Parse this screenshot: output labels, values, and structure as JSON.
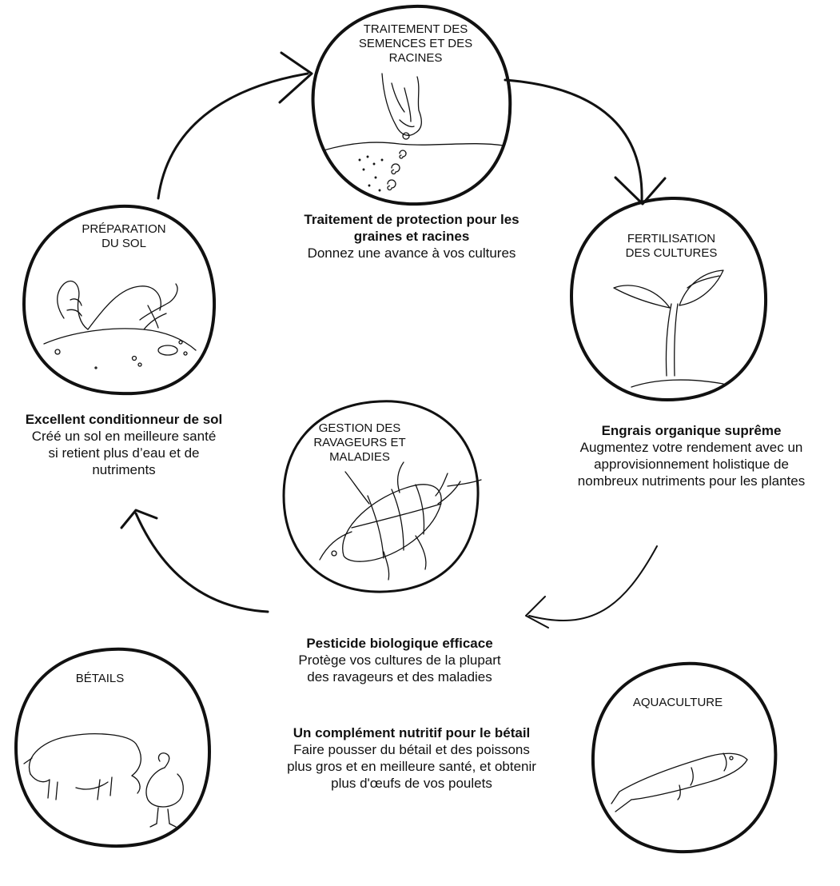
{
  "nodes": {
    "seeds": {
      "label": "TRAITEMENT DES\nSEMENCES ET DES\nRACINES",
      "icon": "hand-sowing-seeds-icon"
    },
    "fertilisation": {
      "label": "FERTILISATION\nDES CULTURES",
      "icon": "sprout-icon"
    },
    "pests": {
      "label": "GESTION DES\nRAVAGEURS ET\nMALADIES",
      "icon": "beetle-icon"
    },
    "soil": {
      "label": "PRÉPARATION\nDU SOL",
      "icon": "earthworm-soil-icon"
    },
    "livestock": {
      "label": "BÉTAILS",
      "icon": "pig-and-chicken-icon"
    },
    "aquaculture": {
      "label": "AQUACULTURE",
      "icon": "fish-icon"
    }
  },
  "captions": {
    "seeds": {
      "title": "Traitement de protection pour les\ngraines et racines",
      "body": "Donnez une avance à vos cultures"
    },
    "fertilisation": {
      "title": "Engrais organique suprême",
      "body": "Augmentez votre rendement avec un\napprovisionnement holistique de\nnombreux nutriments pour les plantes"
    },
    "soil": {
      "title": "Excellent conditionneur de sol",
      "body": "Créé un sol en meilleure santé\nsi retient plus d’eau et de\nnutriments"
    },
    "pests": {
      "title": "Pesticide biologique efficace",
      "body": "Protège vos cultures de la plupart\ndes ravageurs et des maladies"
    },
    "livestock": {
      "title": "Un complément nutritif pour le bétail",
      "body": "Faire pousser du bétail et des poissons\nplus gros et en meilleure santé, et obtenir\nplus d'œufs de vos poulets"
    }
  },
  "colors": {
    "ink": "#111111",
    "background": "#ffffff"
  }
}
